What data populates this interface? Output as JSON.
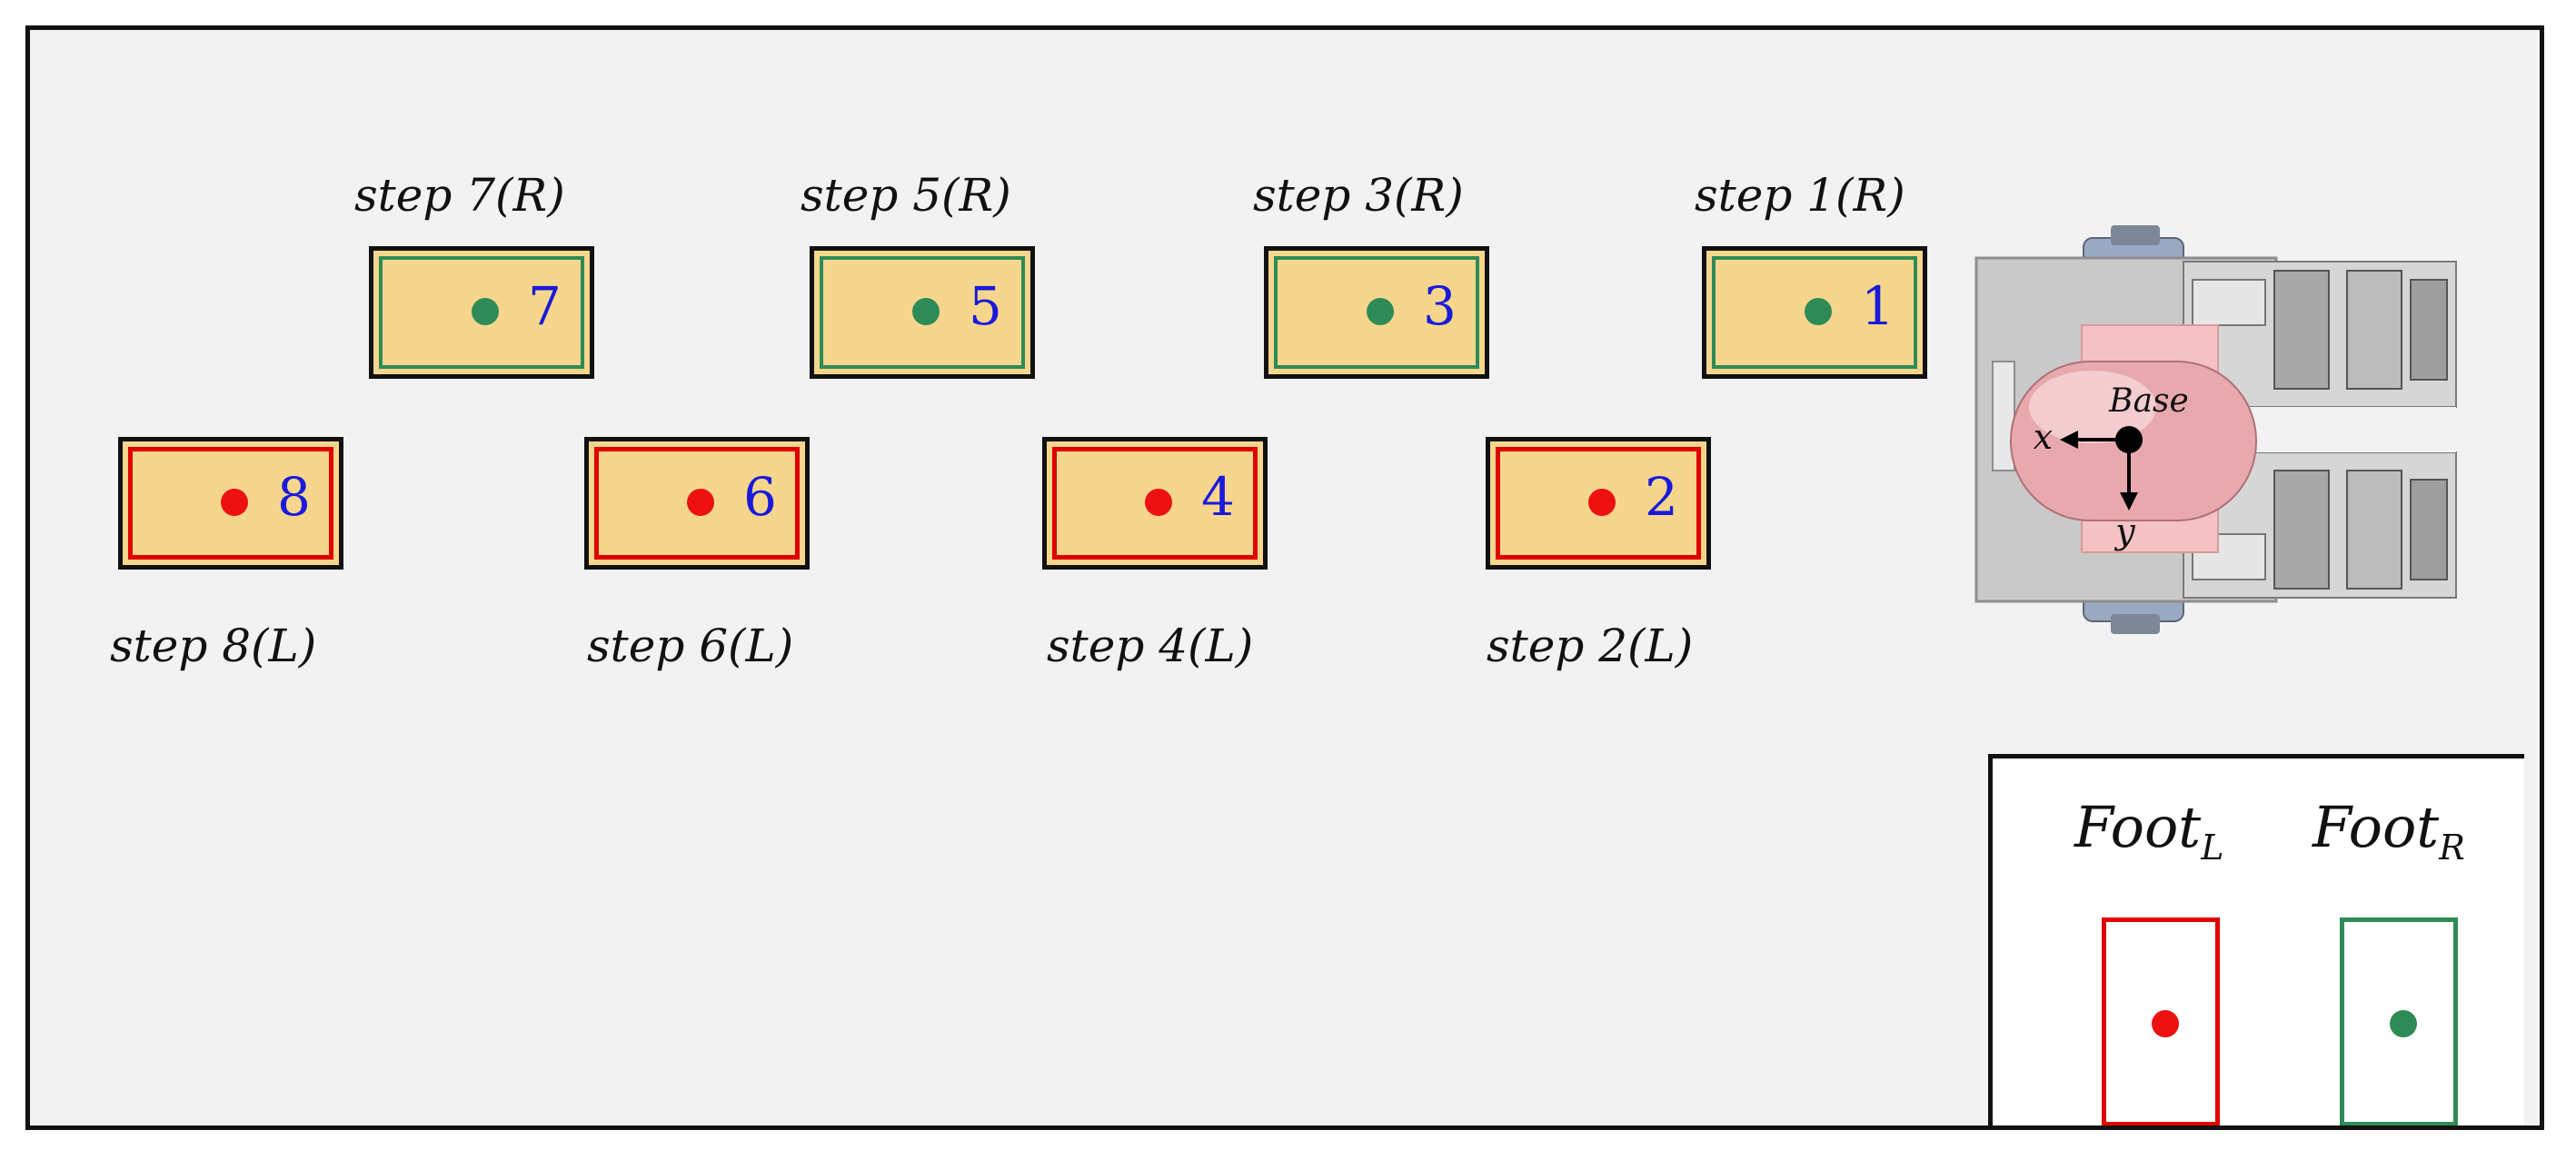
{
  "steps": [
    {
      "label": "step 1(R)",
      "number": "1",
      "foot": "right"
    },
    {
      "label": "step 2(L)",
      "number": "2",
      "foot": "left"
    },
    {
      "label": "step 3(R)",
      "number": "3",
      "foot": "right"
    },
    {
      "label": "step 4(L)",
      "number": "4",
      "foot": "left"
    },
    {
      "label": "step 5(R)",
      "number": "5",
      "foot": "right"
    },
    {
      "label": "step 6(L)",
      "number": "6",
      "foot": "left"
    },
    {
      "label": "step 7(R)",
      "number": "7",
      "foot": "right"
    },
    {
      "label": "step 8(L)",
      "number": "8",
      "foot": "left"
    }
  ],
  "robot": {
    "base_label": "Base",
    "x_axis": "x",
    "y_axis": "y"
  },
  "legend": {
    "left": {
      "main": "Foot",
      "sub": "L"
    },
    "right": {
      "main": "Foot",
      "sub": "R"
    }
  },
  "colors": {
    "left_foot": "#e00000",
    "right_foot": "#2e8b57",
    "pad_fill": "#f5d68c",
    "step_number": "#1a1adb"
  }
}
